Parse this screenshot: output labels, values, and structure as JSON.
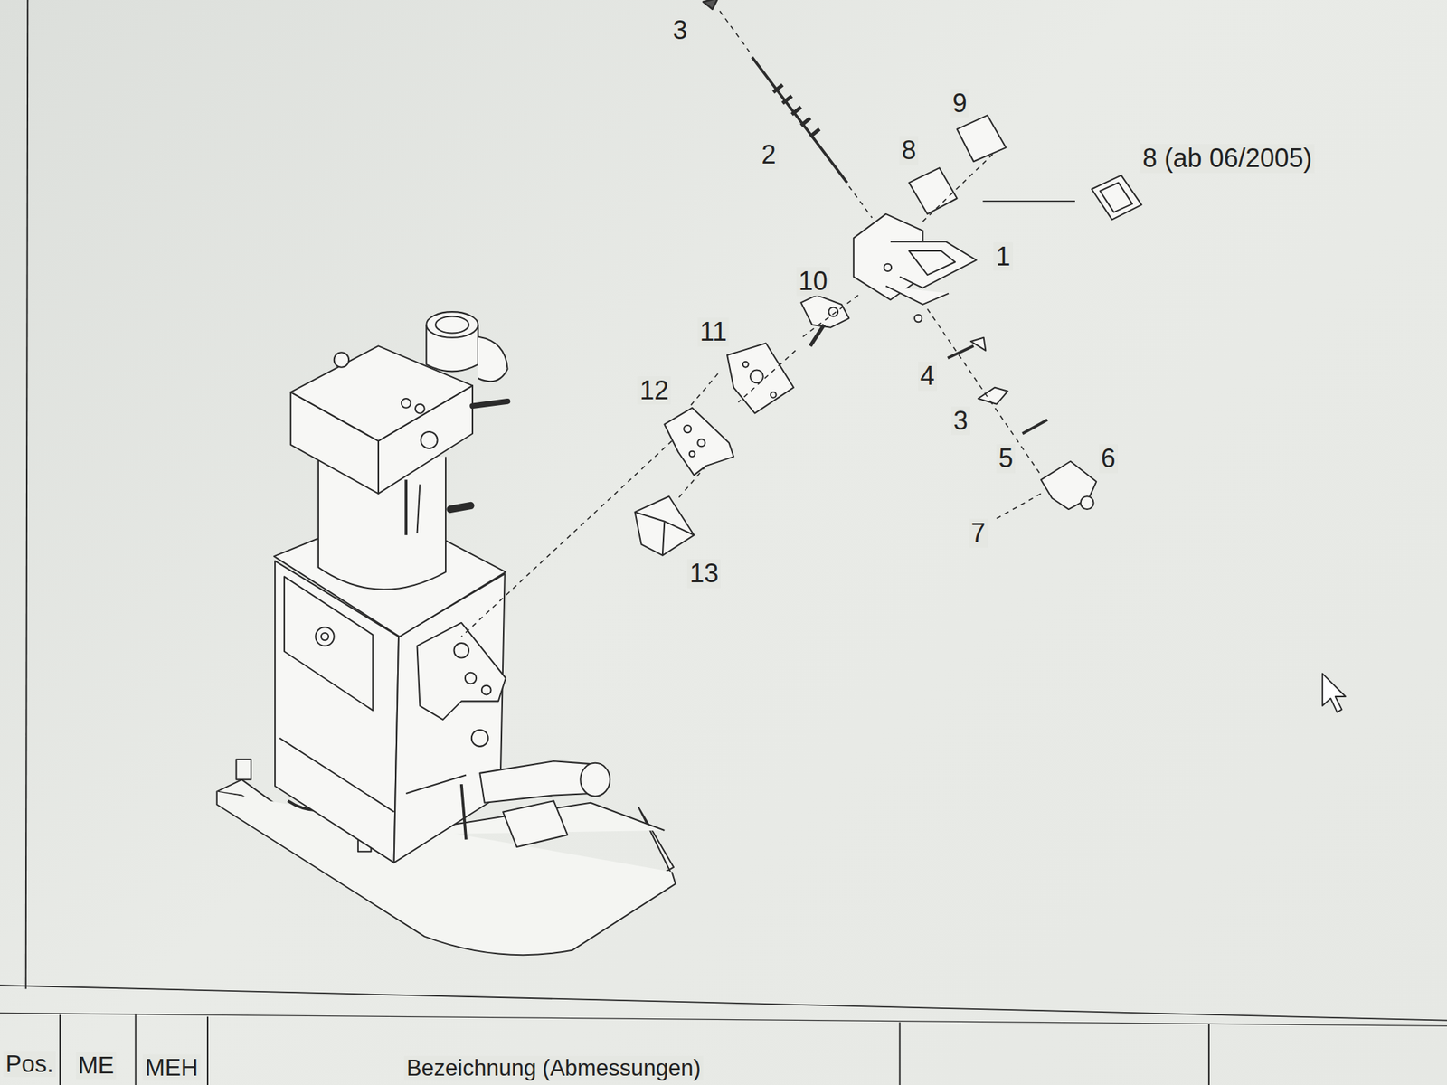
{
  "diagram": {
    "labels": [
      "3",
      "2",
      "9",
      "8",
      "8 (ab 06/2005)",
      "1",
      "10",
      "11",
      "12",
      "4",
      "3",
      "5",
      "6",
      "7",
      "13",
      "Pos.",
      "ME",
      "MEH",
      "Bezeichnung (Abmessungen)"
    ]
  }
}
